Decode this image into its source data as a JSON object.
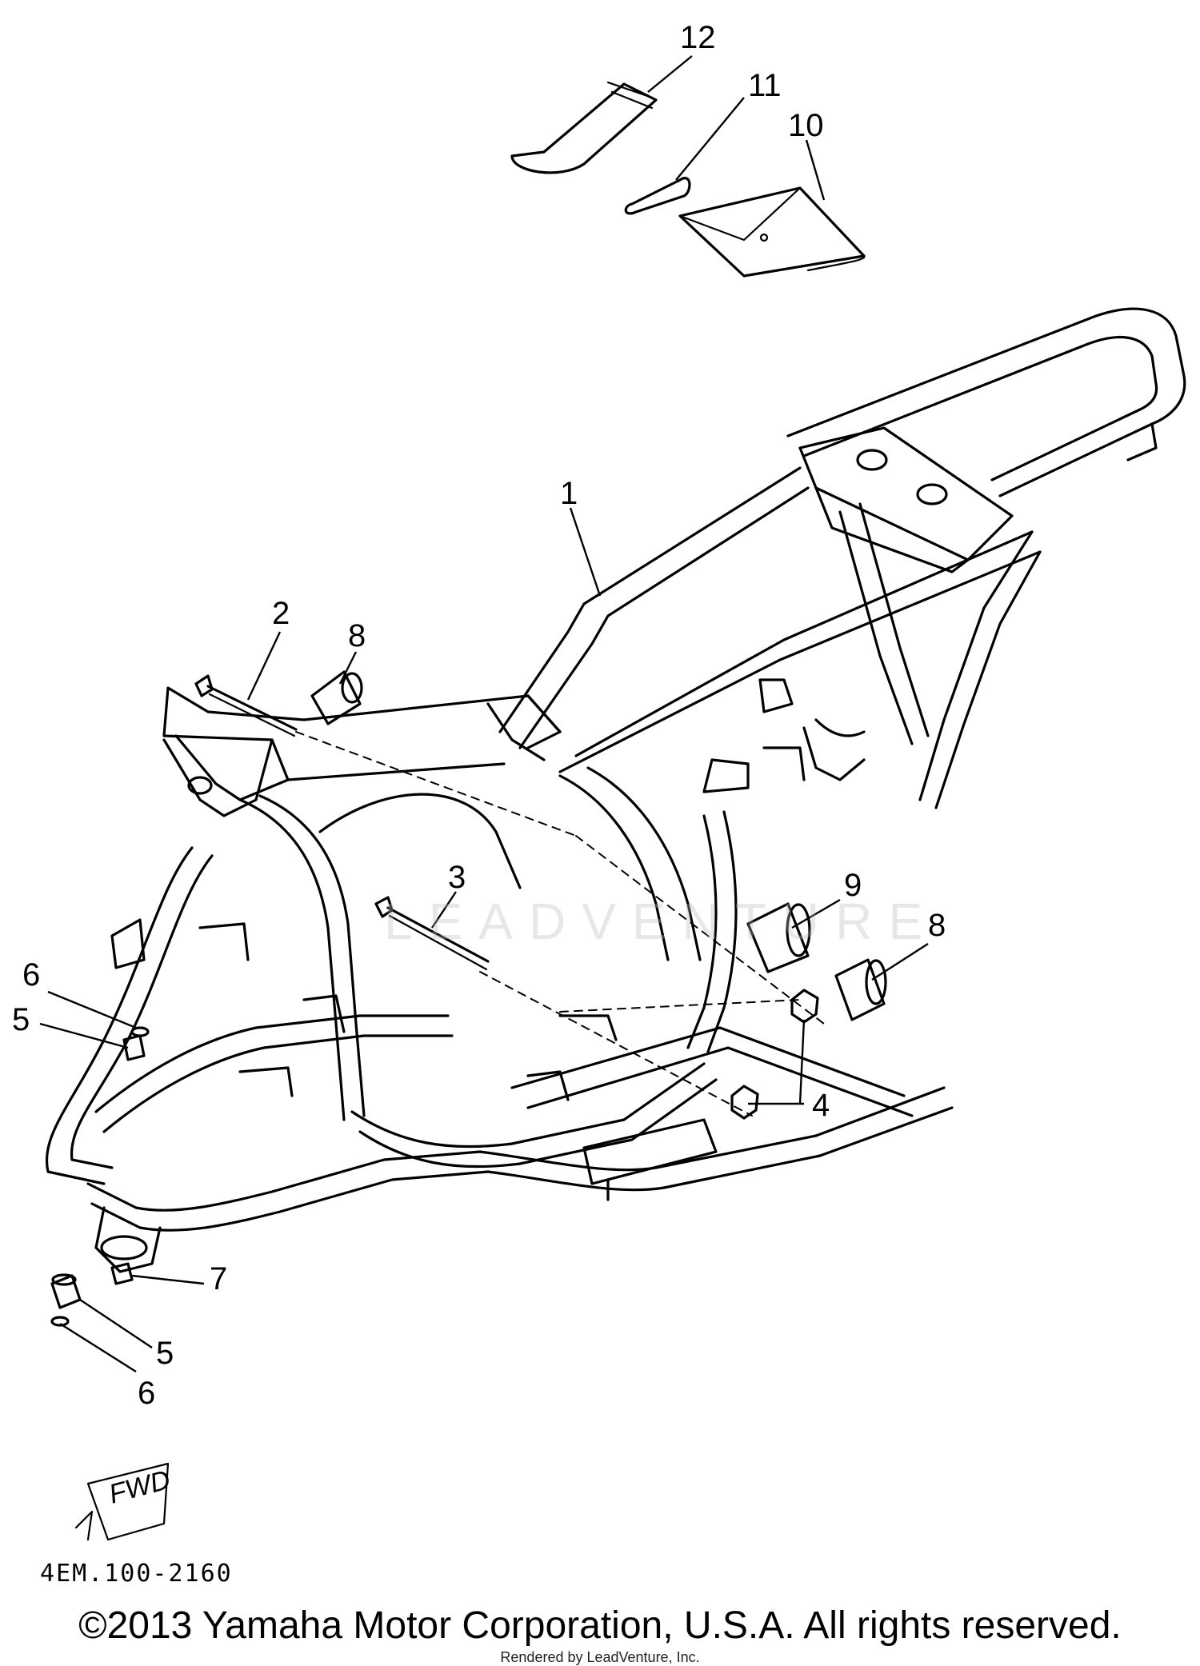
{
  "diagram": {
    "callouts": [
      "1",
      "2",
      "3",
      "4",
      "5",
      "5",
      "6",
      "6",
      "7",
      "8",
      "8",
      "9",
      "10",
      "11",
      "12"
    ],
    "fwd_label": "FWD",
    "drawing_code": "4EM.100-2160",
    "watermark": "LEADVENTURE"
  },
  "footer": {
    "copyright": "©2013 Yamaha Motor Corporation, U.S.A. All rights reserved.",
    "rendered_by": "Rendered by LeadVenture, Inc."
  }
}
